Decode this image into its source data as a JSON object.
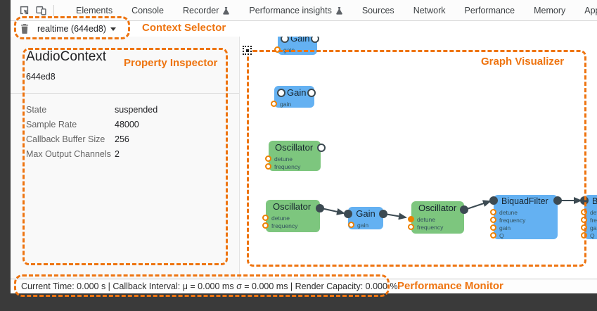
{
  "window": {
    "tabs": [
      {
        "label": "Elements"
      },
      {
        "label": "Console"
      },
      {
        "label": "Recorder"
      },
      {
        "label": "Performance insights"
      },
      {
        "label": "Sources"
      },
      {
        "label": "Network"
      },
      {
        "label": "Performance"
      },
      {
        "label": "Memory"
      },
      {
        "label": "Application"
      }
    ],
    "context_selector": {
      "value": "realtime (644ed8)"
    }
  },
  "annotations": {
    "context_selector": "Context Selector",
    "property_inspector": "Property Inspector",
    "graph_visualizer": "Graph Visualizer",
    "performance_monitor": "Performance Monitor",
    "accent_color": "#ee7410"
  },
  "inspector": {
    "title": "AudioContext",
    "context_id": "644ed8",
    "properties": [
      {
        "label": "State",
        "value": "suspended"
      },
      {
        "label": "Sample Rate",
        "value": "48000"
      },
      {
        "label": "Callback Buffer Size",
        "value": "256"
      },
      {
        "label": "Max Output Channels",
        "value": "2"
      }
    ]
  },
  "graph": {
    "node_colors": {
      "gain": "#64b1f2",
      "oscillator": "#7dc67e",
      "biquadfilter": "#64b1f2",
      "port_orange": "#ee8100",
      "wire": "#3c4a52"
    },
    "nodes": [
      {
        "label": "Gain",
        "params": [
          "gain"
        ]
      },
      {
        "label": "Gain",
        "params": [
          "gain"
        ]
      },
      {
        "label": "Oscillator",
        "params": [
          "detune",
          "frequency"
        ]
      },
      {
        "label": "Oscillator",
        "params": [
          "detune",
          "frequency"
        ]
      },
      {
        "label": "Gain",
        "params": [
          "gain"
        ]
      },
      {
        "label": "Oscillator",
        "params": [
          "detune",
          "frequency"
        ]
      },
      {
        "label": "BiquadFilter",
        "params": [
          "detune",
          "frequency",
          "gain",
          "Q"
        ]
      },
      {
        "label": "BiquadFilter",
        "params": [
          "detune",
          "frequency",
          "gain",
          "Q"
        ]
      }
    ]
  },
  "performance_bar": {
    "text": "Current Time: 0.000 s | Callback Interval: μ = 0.000 ms σ = 0.000 ms | Render Capacity: 0.000 %"
  }
}
